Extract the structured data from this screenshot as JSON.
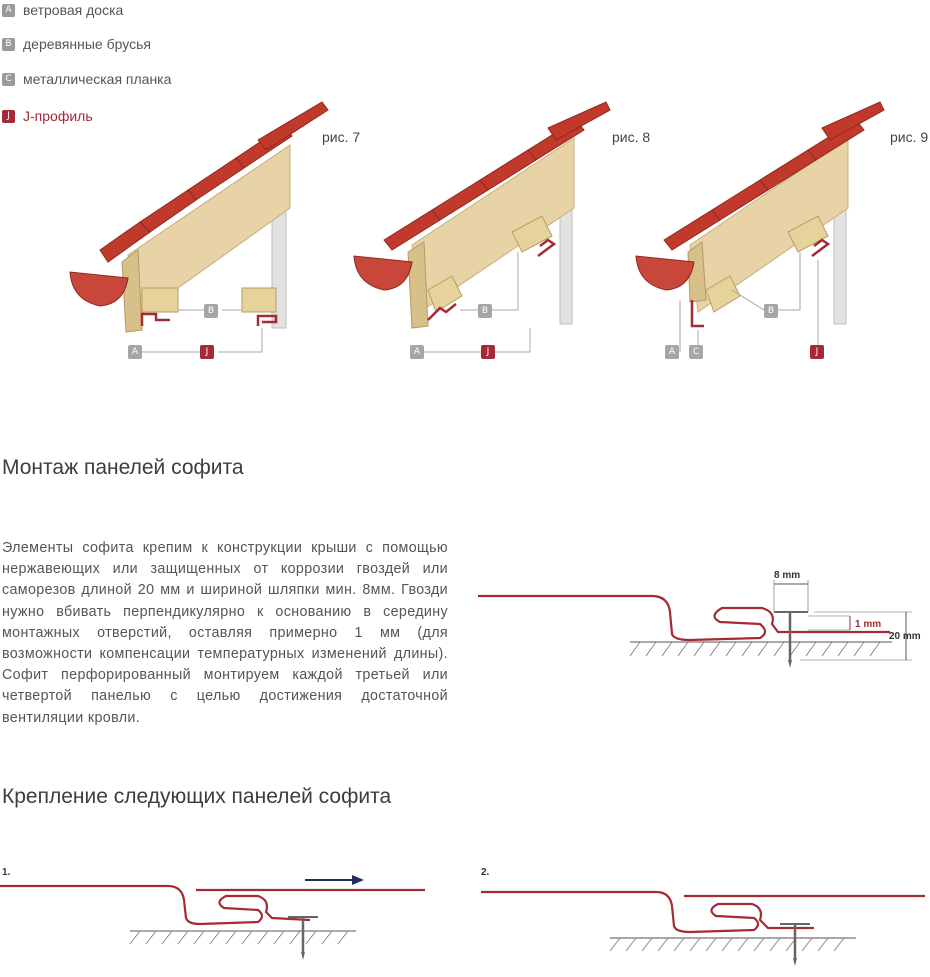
{
  "legend": [
    {
      "key": "A",
      "label": "ветровая доска",
      "color": "#9a9a9a"
    },
    {
      "key": "B",
      "label": "деревянные брусья",
      "color": "#9a9a9a"
    },
    {
      "key": "C",
      "label": "металлическая планка",
      "color": "#9a9a9a"
    },
    {
      "key": "J",
      "label": "J-профиль",
      "color": "#a42a35"
    }
  ],
  "figures": [
    {
      "label": "рис. 7",
      "tags": [
        "A",
        "B",
        "J"
      ]
    },
    {
      "label": "рис. 8",
      "tags": [
        "A",
        "B",
        "J"
      ]
    },
    {
      "label": "рис. 9",
      "tags": [
        "A",
        "C",
        "B",
        "J"
      ]
    }
  ],
  "sections": {
    "mounting_title": "Монтаж панелей софита",
    "mounting_text": "Элементы софита крепим к конструкции крыши с помощью нержавеющих или защищенных от коррозии гвоздей или саморезов длиной 20 мм и шириной шляпки мин. 8мм. Гвозди нужно вбивать перпендикулярно к основанию в середину монтажных отверстий, оставляя примерно 1 мм (для возможности компенсации температурных изменений длины). Софит перфорированный монтируем каждой третьей или четвертой панелью с целью достижения достаточной вентиляции кровли.",
    "next_panels_title": "Крепление следующих панелей софита"
  },
  "dimensions": {
    "head_width": "8 mm",
    "gap": "1 mm",
    "nail_length": "20 mm"
  },
  "steps": [
    "1.",
    "2."
  ],
  "colors": {
    "accent": "#a42a35",
    "roof_tile": "#c0392b",
    "wood": "#e8d3a6",
    "arrow": "#1f2d5c"
  }
}
